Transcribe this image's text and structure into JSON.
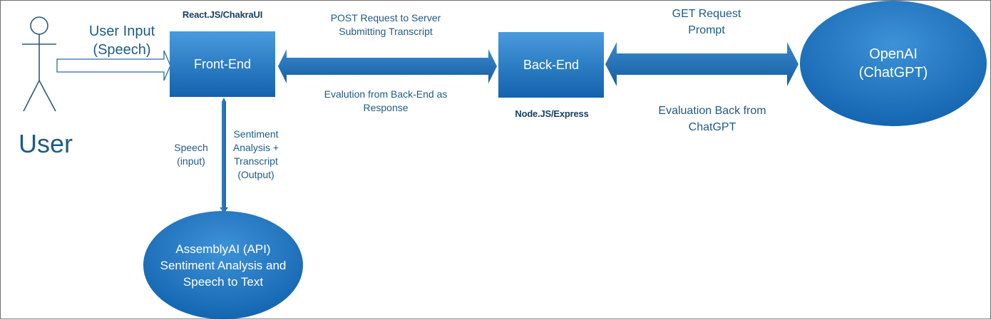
{
  "actor": {
    "label": "User"
  },
  "labels": {
    "user_input_line1": "User Input",
    "user_input_line2": "(Speech)",
    "frontend_stack": "React.JS/ChakraUI",
    "backend_stack": "Node.JS/Express",
    "post_request_line1": "POST Request to Server",
    "post_request_line2": "Submitting Transcript",
    "evaluation_response_line1": "Evalution from Back-End as",
    "evaluation_response_line2": "Response",
    "get_request_line1": "GET Request",
    "get_request_line2": "Prompt",
    "eval_back_line1": "Evaluation Back from",
    "eval_back_line2": "ChatGPT",
    "speech_input_line1": "Speech",
    "speech_input_line2": "(input)",
    "sentiment_line1": "Sentiment",
    "sentiment_line2": "Analysis +",
    "sentiment_line3": "Transcript",
    "sentiment_line4": "(Output)"
  },
  "nodes": {
    "frontend": "Front-End",
    "backend": "Back-End",
    "openai_line1": "OpenAI",
    "openai_line2": "(ChatGPT)",
    "assembly_line1": "AssemblyAI (API)",
    "assembly_line2": "Sentiment Analysis and",
    "assembly_line3": "Speech to Text"
  },
  "colors": {
    "node_fill_top": "#3a8fd6",
    "node_fill_bottom": "#1565b0",
    "arrow_fill": "#1a6fb8",
    "label_text": "#1f5a87",
    "stack_text": "#1a3f60",
    "actor_stroke": "#2a5a80"
  }
}
